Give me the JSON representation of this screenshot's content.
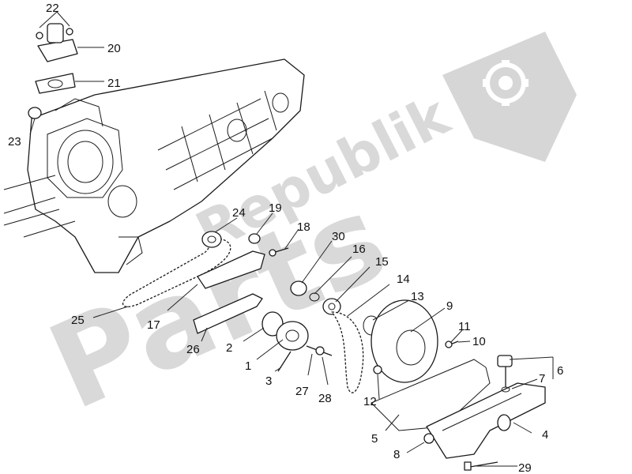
{
  "watermark": {
    "text_main": "Parts",
    "text_secondary": "Republik",
    "color": "#d8d8d8",
    "icon": "gear-flag-logo"
  },
  "callouts": [
    {
      "id": "1",
      "label": "1"
    },
    {
      "id": "2",
      "label": "2"
    },
    {
      "id": "3",
      "label": "3"
    },
    {
      "id": "4",
      "label": "4"
    },
    {
      "id": "5",
      "label": "5"
    },
    {
      "id": "6",
      "label": "6"
    },
    {
      "id": "7",
      "label": "7"
    },
    {
      "id": "8",
      "label": "8"
    },
    {
      "id": "9",
      "label": "9"
    },
    {
      "id": "10",
      "label": "10"
    },
    {
      "id": "11",
      "label": "11"
    },
    {
      "id": "12",
      "label": "12"
    },
    {
      "id": "13",
      "label": "13"
    },
    {
      "id": "14",
      "label": "14"
    },
    {
      "id": "15",
      "label": "15"
    },
    {
      "id": "16",
      "label": "16"
    },
    {
      "id": "17",
      "label": "17"
    },
    {
      "id": "18",
      "label": "18"
    },
    {
      "id": "19",
      "label": "19"
    },
    {
      "id": "20",
      "label": "20"
    },
    {
      "id": "21",
      "label": "21"
    },
    {
      "id": "22",
      "label": "22"
    },
    {
      "id": "23",
      "label": "23"
    },
    {
      "id": "24",
      "label": "24"
    },
    {
      "id": "25",
      "label": "25"
    },
    {
      "id": "26",
      "label": "26"
    },
    {
      "id": "27",
      "label": "27"
    },
    {
      "id": "28",
      "label": "28"
    },
    {
      "id": "29",
      "label": "29"
    },
    {
      "id": "30",
      "label": "30"
    }
  ]
}
